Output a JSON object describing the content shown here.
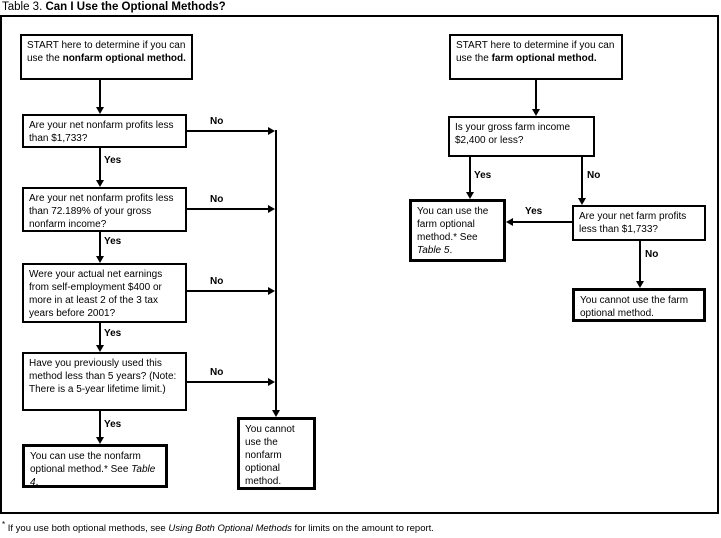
{
  "title": {
    "prefix": "Table 3.",
    "main": "Can I Use the Optional Methods?"
  },
  "labels": {
    "yes": "Yes",
    "no": "No"
  },
  "nonfarm": {
    "start_pre": "START here to determine if you can use the ",
    "start_bold": "nonfarm optional method.",
    "q_profits": "Are your net nonfarm profits less than $1,733?",
    "q_percent": "Are your net nonfarm profits less than 72.189% of your gross nonfarm income?",
    "q_earnings": "Were your actual net earnings from self-employment $400 or more in at least 2 of the 3 tax years before 2001?",
    "q_years": "Have you previously used this method less than 5 years? (Note: There is a 5-year lifetime limit.)",
    "can_pre": "You can use the nonfarm optional method.* See ",
    "can_ref": "Table 4",
    "can_post": ".",
    "cannot": "You cannot use the nonfarm optional method."
  },
  "farm": {
    "start_pre": "START here to determine if you can use the ",
    "start_bold": "farm optional method.",
    "q_income": "Is your gross farm income $2,400 or less?",
    "q_profits": "Are your net farm profits less than $1,733?",
    "can_pre": "You can use the farm optional method.* See ",
    "can_ref": "Table 5",
    "can_post": ".",
    "cannot": "You cannot use the farm optional method."
  },
  "footnote": {
    "marker": "*",
    "pre": " If you use both optional methods, see ",
    "italic": "Using Both Optional Methods",
    "post": " for limits on the amount to report."
  }
}
